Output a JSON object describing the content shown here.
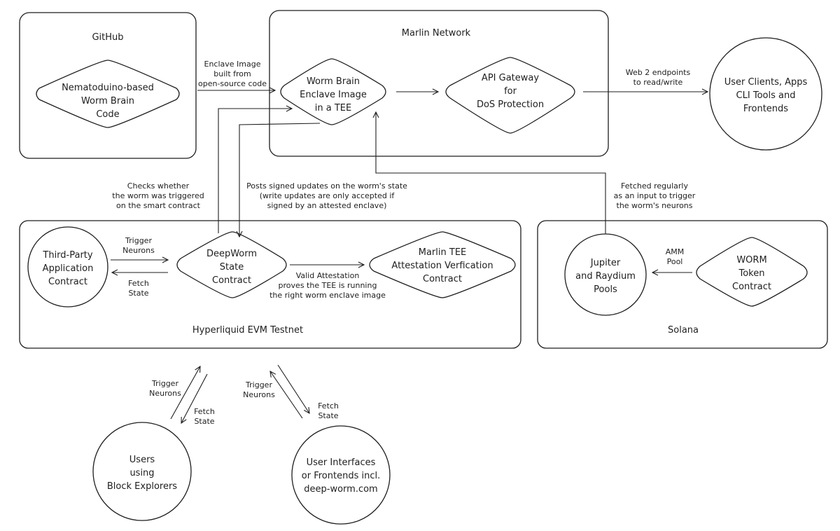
{
  "groups": {
    "github": "GitHub",
    "marlin": "Marlin Network",
    "hyperliquid": "Hyperliquid EVM Testnet",
    "solana": "Solana"
  },
  "nodes": {
    "worm_code": [
      "Nematoduino-based",
      "Worm Brain",
      "Code"
    ],
    "enclave": [
      "Worm Brain",
      "Enclave Image",
      "in a TEE"
    ],
    "gateway": [
      "API Gateway",
      "for",
      "DoS Protection"
    ],
    "clients": [
      "User Clients, Apps",
      "CLI Tools and",
      "Frontends"
    ],
    "third_party": [
      "Third-Party",
      "Application",
      "Contract"
    ],
    "deepworm": [
      "DeepWorm",
      "State",
      "Contract"
    ],
    "marlin_tee": [
      "Marlin TEE",
      "Attestation Verfication",
      "Contract"
    ],
    "jupiter": [
      "Jupiter",
      "and Raydium",
      "Pools"
    ],
    "worm_token": [
      "WORM",
      "Token",
      "Contract"
    ],
    "users_explorers": [
      "Users",
      "using",
      "Block Explorers"
    ],
    "user_interfaces": [
      "User Interfaces",
      "or Frontends incl.",
      "deep-worm.com"
    ]
  },
  "edge_labels": {
    "enclave_image": [
      "Enclave Image",
      "built from",
      "open-source code"
    ],
    "web2": [
      "Web 2 endpoints",
      "to read/write"
    ],
    "checks": [
      "Checks whether",
      "the worm was triggered",
      "on the smart contract"
    ],
    "posts": [
      "Posts signed updates on the worm's state",
      "(write updates are only accepted if",
      "signed by an attested enclave)"
    ],
    "fetched": [
      "Fetched regularly",
      "as an input to trigger",
      "the worm's neurons"
    ],
    "trigger_1": [
      "Trigger",
      "Neurons"
    ],
    "fetch_1": [
      "Fetch",
      "State"
    ],
    "valid": [
      "Valid Attestation",
      "proves the TEE is running",
      "the right worm enclave image"
    ],
    "amm": [
      "AMM",
      "Pool"
    ],
    "trigger_2": [
      "Trigger",
      "Neurons"
    ],
    "fetch_2": [
      "Fetch",
      "State"
    ],
    "trigger_3": [
      "Trigger",
      "Neurons"
    ],
    "fetch_3": [
      "Fetch",
      "State"
    ]
  }
}
